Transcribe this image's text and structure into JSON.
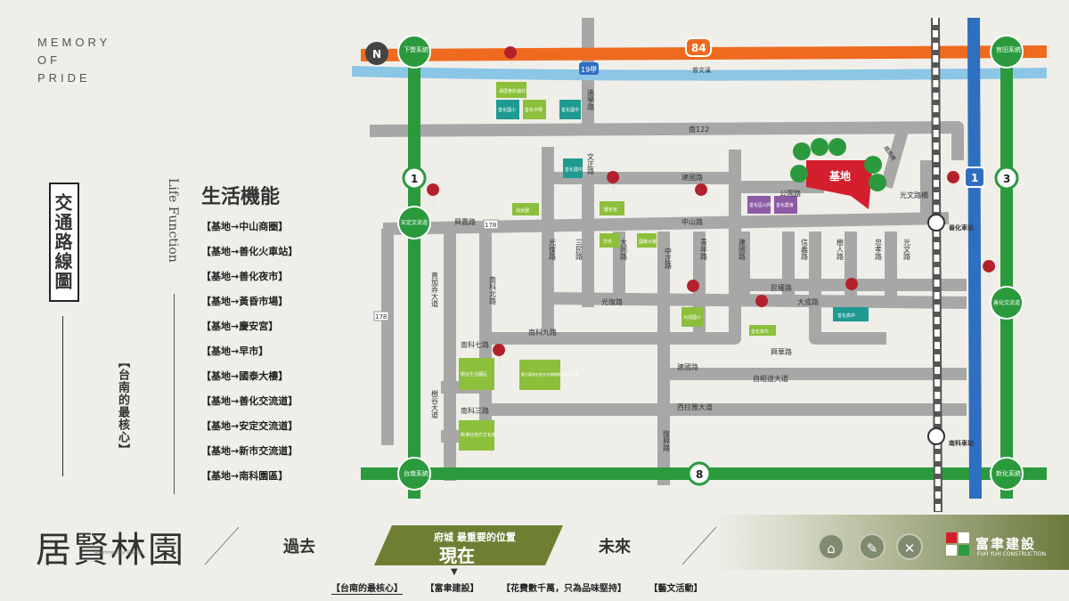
{
  "memory_lines": [
    "MEMORY",
    "OF",
    "PRIDE"
  ],
  "side_title": "交通路線圖",
  "side_subtitle": "【台南的最核心】",
  "life": {
    "en": "Life Function",
    "title": "生活機能",
    "items": [
      "【基地→中山商圈】",
      "【基地→善化火車站】",
      "【基地→善化夜市】",
      "【基地→黃昏市場】",
      "【基地→慶安宮】",
      "【基地→早市】",
      "【基地→國泰大樓】",
      "【基地→善化交流道】",
      "【基地→安定交流道】",
      "【基地→新市交流道】",
      "【基地→南科園區】"
    ]
  },
  "map": {
    "north": "N",
    "highway84": "84",
    "highway1_left": "1",
    "highway1_right": "1",
    "highway3": "3",
    "highway8": "8",
    "highway19": "19甲",
    "highway178_a": "178",
    "highway178_b": "178",
    "interchanges": {
      "xiaying": "下營系統",
      "guantian": "官田系統",
      "anding": "安定交流道",
      "shanhua": "善化交流道",
      "tainan": "台南系統",
      "xinhua": "新化系統"
    },
    "stations": {
      "shanhua": "善化車站",
      "nanke": "南科車站"
    },
    "base": "基地",
    "roads": {
      "south122": "南122",
      "jianguo": "建國路",
      "zhongshan": "中山路",
      "xingnong": "興農路",
      "guangfu_h": "光復路",
      "gongyuan": "公園路",
      "minquan": "民權路",
      "dacheng": "大成路",
      "xinghua": "興華路",
      "zili": "自組這大道",
      "xilaya": "西拉雅大道",
      "nanke9": "南科九路",
      "nanke7": "南科七路",
      "nanke3": "南科三路",
      "jianguo2": "建國路",
      "guangwen": "光文路橋",
      "jinxue": "進學路",
      "wenzheng": "文正路",
      "guangfu_v": "光復路",
      "sanmin": "三民路",
      "datong": "大同路",
      "zhongzheng": "中正路",
      "qingnian": "青年路",
      "jianguo_v": "建國路",
      "xinyi": "信義路",
      "shuren": "樹人路",
      "zhongxiao": "忠孝路",
      "guangwen_v": "光文路",
      "nanke_bei": "南科北路",
      "shugu": "樹谷大道",
      "fuyu": "復興路",
      "zijiang": "直加弄大道",
      "river": "曾文溪",
      "tielu": "鐵路橋"
    },
    "pois": {
      "hushi": "胡厝寮彩繪村",
      "shanxiao": "善化國小",
      "shanchu": "善化中學",
      "shanguo": "善化國中",
      "shanhua_gm": "善化國中",
      "youer": "幼兒園",
      "qingan": "慶安宮",
      "zaoshi": "早市",
      "guotai": "國泰大樓",
      "shanhua_gs": "善化區公所",
      "shanhua_cq": "善化農會",
      "dacheng_gx": "大成國小",
      "shanhua_ys": "善化夜市",
      "shanhua_gz": "善化高中",
      "shugu_park": "樹谷生活園區",
      "museum": "國立臺灣史前文化博物館南科考古館",
      "xingang": "新港社地方文化館"
    }
  },
  "bottom": {
    "logo": "居賢林園",
    "logo_small": "Apartment by Grande",
    "past": "過去",
    "now_top": "府城 最重要的位置",
    "now": "現在",
    "future": "未來",
    "arrow": "▼",
    "home_icon": "⌂",
    "edit_icon": "✎",
    "close_icon": "✕",
    "company": "富聿建設",
    "company_en": "FUH YUH CONSTRUCTION",
    "nav": [
      "【台南的最核心】",
      "【富聿建設】",
      "【花費數千萬，只為品味堅持】",
      "【藝文活動】"
    ]
  }
}
